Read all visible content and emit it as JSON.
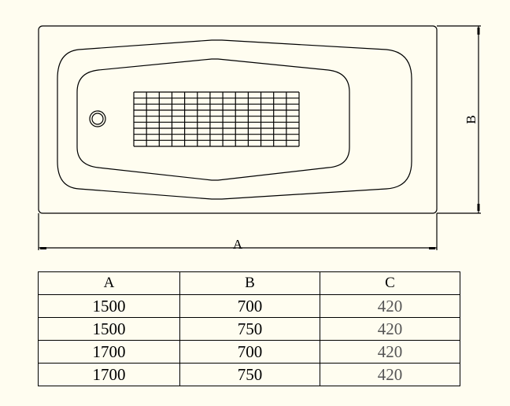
{
  "drawing": {
    "dimension_a_label": "A",
    "dimension_b_label": "B",
    "grid_columns": 13,
    "grid_rows": 9
  },
  "table": {
    "headers": [
      "A",
      "B",
      "C"
    ],
    "rows": [
      [
        "1500",
        "700",
        "420"
      ],
      [
        "1500",
        "750",
        "420"
      ],
      [
        "1700",
        "700",
        "420"
      ],
      [
        "1700",
        "750",
        "420"
      ]
    ]
  }
}
